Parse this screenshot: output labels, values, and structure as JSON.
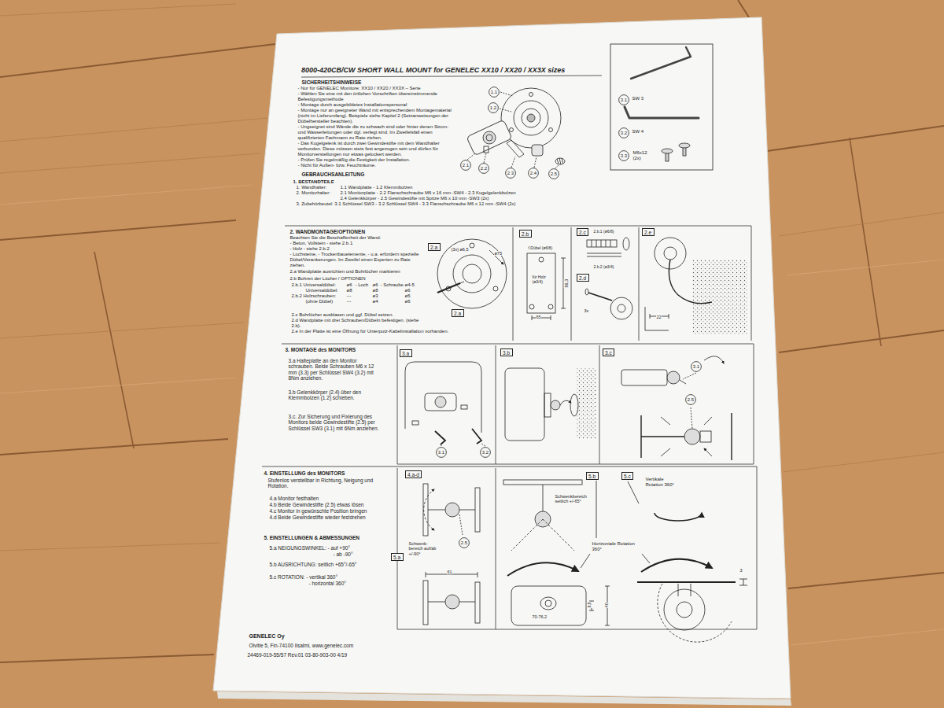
{
  "diagram": {
    "title": "8000-420CB/CW SHORT WALL MOUNT for GENELEC XX10 / XX20 / XX3X sizes",
    "nodes": [
      {
        "text": [
          "1.1"
        ]
      },
      {
        "text": [
          "1.2"
        ]
      },
      {
        "text": [
          "3.1"
        ]
      },
      {
        "text": [
          "3.2"
        ]
      },
      {
        "text": [
          "3.3"
        ]
      },
      {
        "text": [
          "2.1"
        ]
      },
      {
        "text": [
          "2.2"
        ]
      },
      {
        "text": [
          "2.3"
        ]
      },
      {
        "text": [
          "2.4"
        ]
      },
      {
        "text": [
          "2.5"
        ]
      },
      {
        "text": [
          "2.a"
        ]
      },
      {
        "text": [
          "2.b"
        ]
      },
      {
        "text": [
          "2.c"
        ]
      },
      {
        "text": [
          "2.e"
        ]
      },
      {
        "text": [
          "2.d"
        ]
      },
      {
        "text": [
          "2.a"
        ]
      },
      {
        "text": [
          "3.a"
        ]
      },
      {
        "text": [
          "3.b"
        ]
      },
      {
        "text": [
          "3.c"
        ]
      },
      {
        "text": [
          "3.1"
        ]
      },
      {
        "text": [
          "2.5"
        ]
      },
      {
        "text": [
          "3.1"
        ]
      },
      {
        "text": [
          "3.2"
        ]
      },
      {
        "text": [
          "4.a-d"
        ]
      },
      {
        "text": [
          "5.b"
        ]
      },
      {
        "text": [
          "5.c"
        ]
      },
      {
        "text": [
          "2.5"
        ]
      },
      {
        "text": [
          "5.a"
        ]
      }
    ],
    "labels": [
      "SICHERHEITSHINWEISE",
      "- Nur für GENELEC Monitore: XX10 / XX20 / XX3X – Serie",
      "- Wählen Sie eine mit den örtlichen Vorschriften übereinstimmende Befestigungsmethode",
      "- Montage durch ausgebildetes Installationspersonal",
      "- Montage nur an geeigneter Wand mit entsprechendem Montagematerial (nicht im Lieferumfang). Beispiele siehe Kapitel 2 (Setzanweisungen der Dübelhersteller beachten).",
      "- Ungeeignet sind Wände die zu schwach sind oder hinter denen Strom- und Wasserleitungen oder dgl. verlegt sind. Im Zweifelsfall einen qualifizierten Fachmann zu Rate ziehen.",
      "- Das Kugelgelenk ist durch zwei Gewindestifte mit dem Wandhalter verbunden. Diese müssen stets fest angezogen sein und dürfen für Monitorverstellungen nur etwas gelockert werden.",
      "- Prüfen Sie regelmäßig die Festigkeit der Installation.",
      "- Nicht für Außen- bzw. Feuchträume.",
      "GEBRAUCHSANLEITUNG",
      "1. BESTANDTEILE",
      "1. Wandhalter:",
      "1.1 Wandplatte - 1.2 Klemmbolzen",
      "2. Monitorhalter:",
      "2.1 Monitorplatte - 2.2 Flanschschraube M6 x 16 mm -SW4 - 2.3 Kugelgelenkbolzen",
      "2.4 Gelenkkörper - 2.5 Gewindestifte mit Spitze M6 x 10 mm -SW3 (2x)",
      "3. Zubehörbeutel: 3.1 Schlüssel SW3 - 3.2 Schlüssel SW4 - 3.3 Flanschschraube M6 x 12 mm -SW4 (2x)",
      "SW 3",
      "SW 4",
      "M6x12 (2x)",
      "2. WANDMONTAGE/OPTIONEN",
      "Beachten Sie die Beschaffenheit der Wand:",
      "- Beton, Vollstein - siehe 2.b.1",
      "- Holz - siehe 2.b.2",
      "- Lochsteine, - Trockenbauelemente, - u.a. erfordern spezielle Dübel/Verankerungen. Im Zweifel einen Experten zu Rate ziehen.",
      "2.a Wandplatte ausrichten und Bohrlöcher markieren",
      "2.b Bohren der Löcher / OPTIONEN",
      "2.b.1 Universaldübel:",
      "ø6",
      "- Loch",
      "ø6",
      "- Schraube",
      "ø4-5",
      "Universaldübel:",
      "ø8",
      "ø8",
      "ø6",
      "2.b.2 Holzschrauben:",
      "---",
      "ø3",
      "ø5",
      "(ohne Dübel)",
      "---",
      "ø4",
      "ø6",
      "2.c Bohrlöcher ausblasen und ggf. Dübel setzen.",
      "2.d Wandplatte mit drei Schrauben/Dübeln befestigen. (siehe 2.b).",
      "2.e In der Platte ist eine Öffnung für Unterputz-Kabelinstallation vorhanden.",
      "(3x) ø6,5",
      "ø75",
      "f.Dübel (ø6/8)",
      "für Holz (ø3/4)",
      "56,3",
      "65",
      "2.b.1 (ø6/8)",
      "2.b.2 (ø3/4)",
      "3x",
      "22",
      "3. MONTAGE des MONITORS",
      "3.a Halteplatte an den Monitor schrauben. Beide Schrauben M6 x 12 mm (3.3) per Schlüssel SW4 (3.2) mit 8Nm anziehen.",
      "3.b Gelenkkörper (2.4) über den Klemmbolzen (1.2) schieben.",
      "3.c. Zur Sicherung und Fixierung des Monitors beide Gewindestifte (2.5) per Schlüssel SW3 (3.1) mit 6Nm anziehen.",
      "4. EINSTELLUNG des MONITORS",
      "Stufenlos verstellbar in Richtung, Neigung und Rotation.",
      "4.a Monitor festhalten",
      "4.b Beide Gewindestifte (2.5) etwas lösen",
      "4.c Monitor in gewünschte Position bringen",
      "4.d Beide Gewindestifte wieder festdrehen",
      "5. EINSTELLUNGEN & ABMESSUNGEN",
      "5.a NEIGUNGSWINKEL: - auf +90°",
      "- ab -90°",
      "5.b AUSRICHTUNG: seitlich +65°/-65°",
      "5.c ROTATION: - vertikal 360°",
      "- horizontal 360°",
      "Schwenk- bereich auf/ab +/-90°",
      "61",
      "Schwenkbereich seitlich +/-65°",
      "Vertikale Rotation 360°",
      "Horizontale Rotation 360°",
      "6,8",
      "40",
      "70-76,2",
      "3",
      "GENELEC Oy",
      "Olvitie 5, Fin-74100 Iisalmi, www.genelec.com",
      "24469-019-55/57 Rev.01 03-80-903-00 4/19"
    ]
  }
}
